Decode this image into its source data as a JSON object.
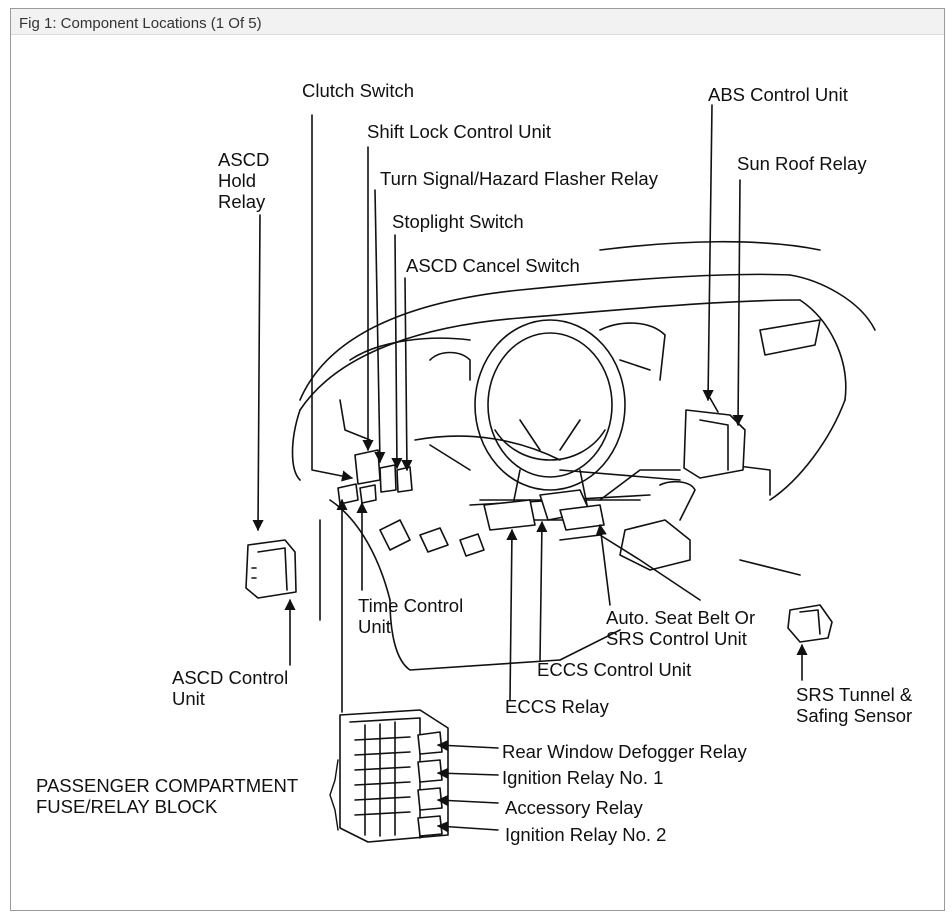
{
  "caption": "Fig 1: Component Locations (1 Of 5)",
  "labels": {
    "clutch_switch": "Clutch Switch",
    "shift_lock": "Shift Lock Control Unit",
    "turn_signal": "Turn Signal/Hazard Flasher Relay",
    "stoplight": "Stoplight Switch",
    "ascd_cancel": "ASCD Cancel Switch",
    "ascd_hold": "ASCD\nHold\nRelay",
    "abs_control": "ABS Control Unit",
    "sun_roof": "Sun Roof Relay",
    "time_control": "Time Control\nUnit",
    "auto_seat_belt": "Auto. Seat Belt Or\nSRS Control Unit",
    "eccs_control": "ECCS Control Unit",
    "eccs_relay": "ECCS Relay",
    "ascd_control": "ASCD Control\nUnit",
    "srs_tunnel": "SRS Tunnel &\nSafing Sensor",
    "fuse_block": "PASSENGER COMPARTMENT\nFUSE/RELAY BLOCK",
    "rear_defogger": "Rear Window Defogger Relay",
    "ignition_relay_1": "Ignition Relay No. 1",
    "accessory_relay": "Accessory Relay",
    "ignition_relay_2": "Ignition Relay No. 2"
  }
}
